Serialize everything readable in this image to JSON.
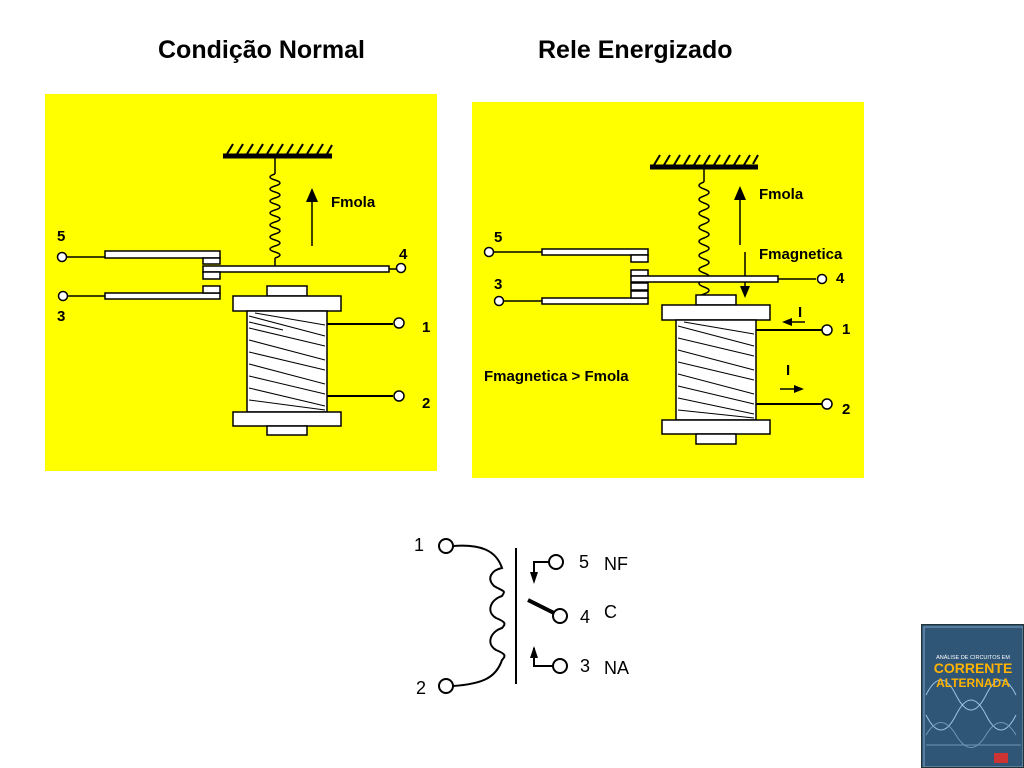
{
  "titles": {
    "left": "Condição Normal",
    "right": "Rele Energizado"
  },
  "normal_panel": {
    "terminal_5": "5",
    "terminal_3": "3",
    "terminal_4": "4",
    "terminal_1": "1",
    "terminal_2": "2",
    "spring_force": "Fmola",
    "background_color": "#ffff00"
  },
  "energized_panel": {
    "terminal_5": "5",
    "terminal_3": "3",
    "terminal_4": "4",
    "terminal_1": "1",
    "terminal_2": "2",
    "spring_force": "Fmola",
    "magnetic_force": "Fmagnetica",
    "comparison": "Fmagnetica > Fmola",
    "current_in": "I",
    "current_out": "I",
    "background_color": "#ffff00"
  },
  "symbol": {
    "pin_1": "1",
    "pin_2": "2",
    "pin_5": "5",
    "pin_4": "4",
    "pin_3": "3",
    "nf": "NF",
    "c": "C",
    "na": "NA"
  },
  "book_cover": {
    "line1": "ANÁLISE DE CIRCUITOS EM",
    "line2": "CORRENTE",
    "line3": "ALTERNADA"
  }
}
